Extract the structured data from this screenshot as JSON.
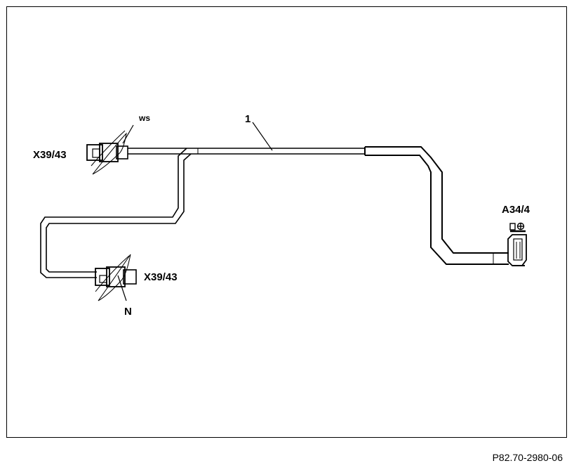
{
  "diagram": {
    "labels": {
      "cable": "1",
      "wire_top": "ws",
      "connector_top": "X39/43",
      "connector_bottom": "X39/43",
      "wire_bottom": "N",
      "component": "A34/4"
    },
    "reference_code": "P82.70-2980-06",
    "colors": {
      "line": "#000000",
      "background": "#ffffff"
    }
  }
}
